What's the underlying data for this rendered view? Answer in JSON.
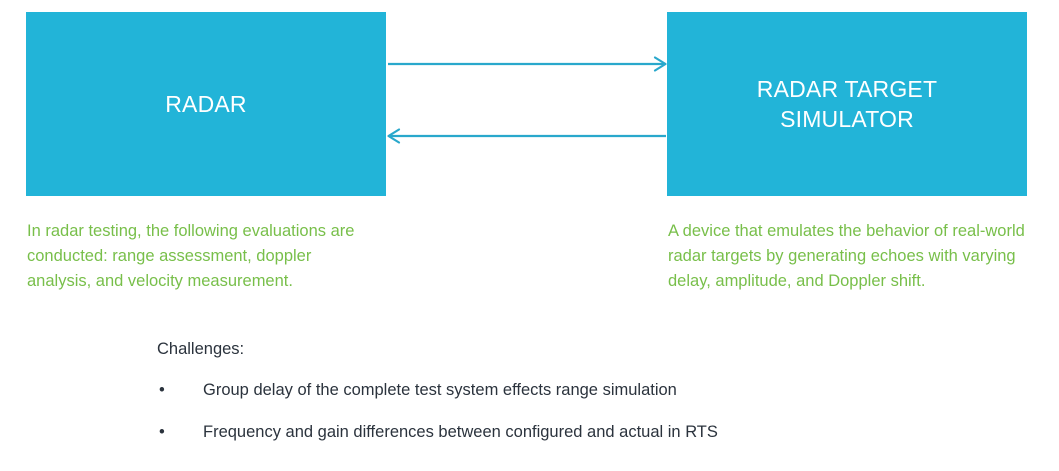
{
  "diagram": {
    "boxes": [
      {
        "id": "radar",
        "label": "RADAR"
      },
      {
        "id": "rts",
        "label": "RADAR TARGET\nSIMULATOR"
      }
    ],
    "connectors": [
      {
        "id": "radar-to-rts",
        "direction": "right",
        "style": "single-arrow"
      },
      {
        "id": "rts-to-radar",
        "direction": "left",
        "style": "single-arrow"
      }
    ],
    "descriptions": {
      "radar": "In radar testing, the following evaluations are conducted: range assessment, doppler analysis, and velocity measurement.",
      "rts": "A device that emulates the behavior of real-world radar targets by generating echoes with varying delay, amplitude, and Doppler shift."
    }
  },
  "challenges": {
    "title": "Challenges:",
    "bullet_glyph": "•",
    "items": [
      "Group delay of the complete test system effects range simulation",
      "Frequency and gain differences between configured and actual in RTS"
    ]
  },
  "colors": {
    "box_fill": "#22b4d8",
    "box_text": "#ffffff",
    "arrow": "#29a8cc",
    "description_text": "#78bf4a",
    "body_text": "#2b333d",
    "background": "#ffffff"
  }
}
